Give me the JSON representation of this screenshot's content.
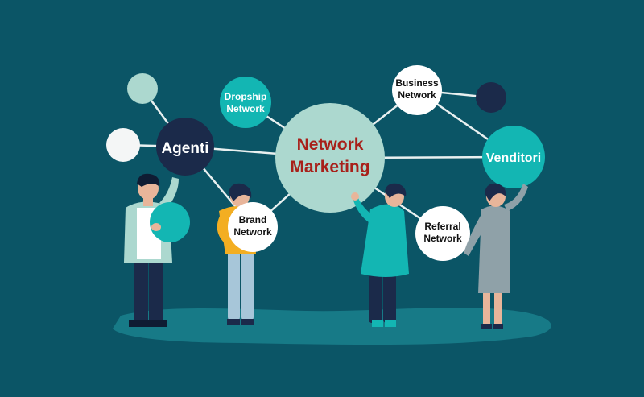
{
  "nodes": {
    "center": {
      "line1": "Network",
      "line2": "Marketing",
      "fill": "#acd8cf",
      "text_color": "#a8201a"
    },
    "agenti": {
      "label": "Agenti",
      "fill": "#1b2a4a",
      "text_color": "#ffffff"
    },
    "dropship": {
      "line1": "Dropship",
      "line2": "Network",
      "fill": "#13b6b3",
      "text_color": "#ffffff"
    },
    "business": {
      "line1": "Business",
      "line2": "Network",
      "fill": "#ffffff",
      "text_color": "#111111"
    },
    "venditori": {
      "label": "Venditori",
      "fill": "#13b6b3",
      "text_color": "#ffffff"
    },
    "brand": {
      "line1": "Brand",
      "line2": "Network",
      "fill": "#ffffff",
      "text_color": "#111111"
    },
    "referral": {
      "line1": "Referral",
      "line2": "Network",
      "fill": "#ffffff",
      "text_color": "#111111"
    }
  },
  "colors": {
    "background": "#0b5566",
    "ground": "#177a87",
    "connector": "#e9f0f0",
    "dark_navy": "#1b2a4a",
    "teal": "#13b6b3",
    "mint": "#acd8cf",
    "white": "#f4f6f6"
  },
  "people": [
    {
      "name": "person-green-jacket"
    },
    {
      "name": "person-yellow-top"
    },
    {
      "name": "person-teal-coat"
    },
    {
      "name": "person-gray-dress"
    }
  ]
}
